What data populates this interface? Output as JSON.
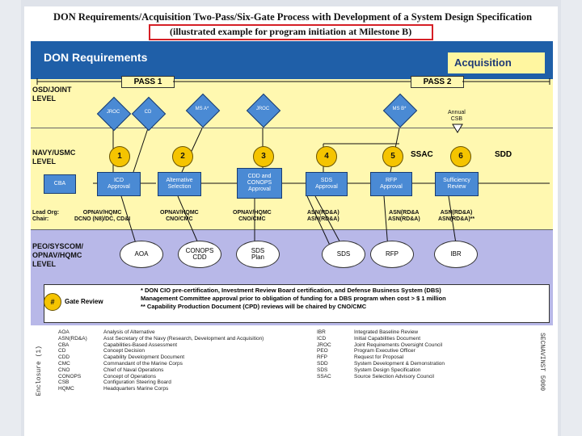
{
  "title": "DON Requirements/Acquisition Two-Pass/Six-Gate Process with Development of a System Design Specification",
  "subtitle": "(illustrated example for program initiation at Milestone B)",
  "band": {
    "left": "DON Requirements",
    "right": "Acquisition"
  },
  "passes": [
    "PASS 1",
    "PASS 2"
  ],
  "levels": {
    "osd": [
      "OSD/JOINT",
      "LEVEL"
    ],
    "navy": [
      "NAVY/USMC",
      "LEVEL"
    ],
    "peo": [
      "PEO/SYSCOM/",
      "OPNAV/HQMC",
      "LEVEL"
    ]
  },
  "diamonds": [
    "JROC",
    "CD",
    "MS A*",
    "JROC",
    "MS B*"
  ],
  "annual": [
    "Annual",
    "CSB"
  ],
  "gates": [
    "1",
    "2",
    "3",
    "4",
    "5",
    "6"
  ],
  "ssac": "SSAC",
  "sdd": "SDD",
  "boxes": {
    "cba": "CBA",
    "icd": [
      "ICD",
      "Approval"
    ],
    "alt": [
      "Alternative",
      "Selection"
    ],
    "cdd": [
      "CDD and",
      "CONOPS",
      "Approval"
    ],
    "sds": [
      "SDS",
      "Approval"
    ],
    "rfp": [
      "RFP",
      "Approval"
    ],
    "suff": [
      "Sufficiency",
      "Review"
    ]
  },
  "lead": {
    "label": [
      "Lead Org:",
      "Chair:"
    ],
    "c1": [
      "OPNAV/HQMC",
      "DCNO (N8)/DC, CD&I"
    ],
    "c2": [
      "OPNAV/HQMC",
      "CNO/CMC"
    ],
    "c3": [
      "OPNAV/HQMC",
      "CNO/CMC"
    ],
    "c4": [
      "ASN(RD&A)",
      "ASN(RD&A)"
    ],
    "c5": [
      "ASN(RD&A",
      "ASN(RD&A)"
    ],
    "c6": [
      "ASN(RD&A)",
      "ASN(RD&A)**"
    ]
  },
  "ovals": {
    "aoa": "AOA",
    "conops": [
      "CONOPS",
      "CDD"
    ],
    "sdsplan": [
      "SDS",
      "Plan"
    ],
    "sds": "SDS",
    "rfp": "RFP",
    "ibr": "IBR"
  },
  "legend": {
    "symbol": "#",
    "label": "Gate Review"
  },
  "notes": [
    "* DON CIO pre-certification, Investment Review Board certification, and Defense Business System (DBS)",
    "Management Committee approval prior to obligation of funding for a DBS program when cost > $ 1 million",
    "** Capability Production Document (CPD) reviews will be chaired by CNO/CMC"
  ],
  "glossary_left": [
    [
      "AOA",
      "Analysis of Alternative"
    ],
    [
      "ASN(RD&A)",
      "Asst Secretary of the Navy (Research, Development and Acquisition)"
    ],
    [
      "CBA",
      "Capabilities-Based Assessment"
    ],
    [
      "CD",
      "Concept Decision"
    ],
    [
      "CDD",
      "Capability Development Document"
    ],
    [
      "CMC",
      "Commandant of the Marine Corps"
    ],
    [
      "CNO",
      "Chief of Naval Operations"
    ],
    [
      "CONOPS",
      "Concept of Operations"
    ],
    [
      "CSB",
      "Configuration Steering Board"
    ],
    [
      "HQMC",
      "Headquarters Marine Corps"
    ]
  ],
  "glossary_right": [
    [
      "IBR",
      "Integrated Baseline Review"
    ],
    [
      "ICD",
      "Initial Capabilities Document"
    ],
    [
      "JROC",
      "Joint Requirements Oversight Council"
    ],
    [
      "PEO",
      "Program Executive Officer"
    ],
    [
      "RFP",
      "Request for Proposal"
    ],
    [
      "SDD",
      "System Development & Demonstration"
    ],
    [
      "SDS",
      "System Design Specification"
    ],
    [
      "SSAC",
      "Source Selection Advisory Council"
    ]
  ],
  "enclosure": "Enclosure (1)",
  "secnav": "SECNAVINST 5000"
}
